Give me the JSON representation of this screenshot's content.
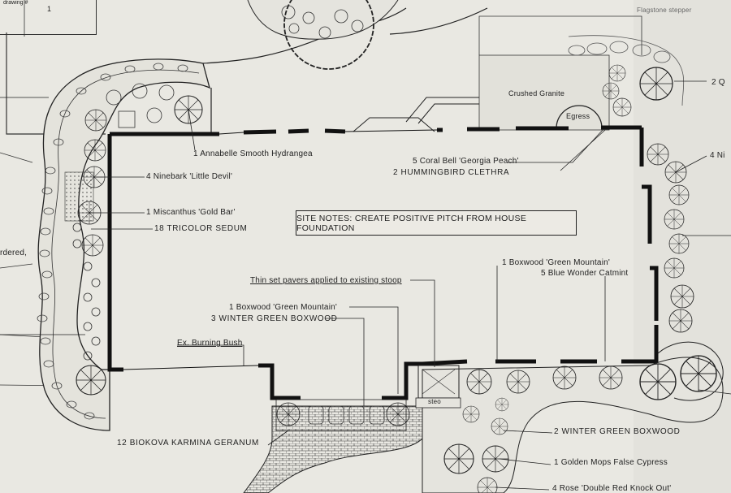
{
  "title_block": {
    "label": "drawing #",
    "number": "1"
  },
  "site_note": "SITE NOTES: CREATE POSITIVE PITCH FROM HOUSE FOUNDATION",
  "labels": {
    "annabelle": "1 Annabelle Smooth Hydrangea",
    "ninebark": "4 Ninebark 'Little Devil'",
    "miscanthus": "1 Miscanthus 'Gold Bar'",
    "sedum": "18 TRICOLOR SEDUM",
    "coral_bell": "5 Coral Bell 'Georgia Peach'",
    "clethra": "2 HUMMINGBIRD CLETHRA",
    "boxwood_gm_right": "1 Boxwood 'Green Mountain'",
    "catmint": "5 Blue Wonder Catmint",
    "pavers": "Thin set pavers applied to existing stoop",
    "boxwood_gm_left": "1 Boxwood 'Green Mountain'",
    "wintergreen_3": "3 WINTER GREEN BOXWOOD",
    "burning_bush": "Ex. Burning Bush",
    "geranium": "12 BIOKOVA KARMINA GERANUM",
    "wintergreen_2": "2 WINTER GREEN BOXWOOD",
    "golden_mops": "1 Golden Mops False Cypress",
    "rose": "4 Rose 'Double Red Knock Out'",
    "crushed_granite": "Crushed Granite",
    "egress": "Egress",
    "steo": "steo",
    "flagstone": "Flagstone stepper",
    "right_q": "2 Q",
    "right_ni": "4 Ni",
    "left_ordered": "rdered,"
  }
}
